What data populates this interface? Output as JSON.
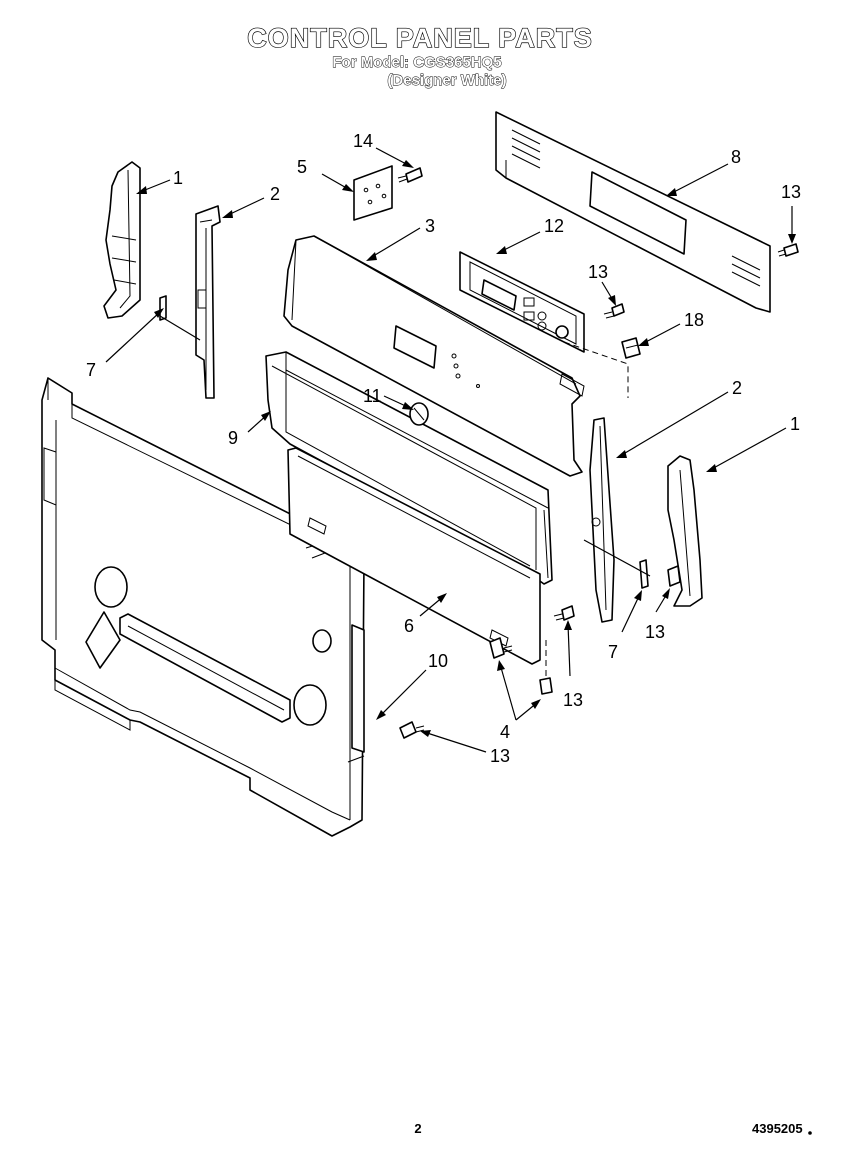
{
  "header": {
    "title": "CONTROL PANEL PARTS",
    "model_line": "For Model: CGS365HQ5",
    "color_line": "(Designer White)"
  },
  "footer": {
    "page_number": "2",
    "doc_number": "4395205"
  },
  "callouts": [
    {
      "id": "c-1-left",
      "label": "1"
    },
    {
      "id": "c-2-left",
      "label": "2"
    },
    {
      "id": "c-3",
      "label": "3"
    },
    {
      "id": "c-5",
      "label": "5"
    },
    {
      "id": "c-14",
      "label": "14"
    },
    {
      "id": "c-8",
      "label": "8"
    },
    {
      "id": "c-13-top-right",
      "label": "13"
    },
    {
      "id": "c-12",
      "label": "12"
    },
    {
      "id": "c-13-panel",
      "label": "13"
    },
    {
      "id": "c-18",
      "label": "18"
    },
    {
      "id": "c-7-left",
      "label": "7"
    },
    {
      "id": "c-11",
      "label": "11"
    },
    {
      "id": "c-9",
      "label": "9"
    },
    {
      "id": "c-2-right",
      "label": "2"
    },
    {
      "id": "c-1-right",
      "label": "1"
    },
    {
      "id": "c-6",
      "label": "6"
    },
    {
      "id": "c-7-right",
      "label": "7"
    },
    {
      "id": "c-13-right",
      "label": "13"
    },
    {
      "id": "c-10",
      "label": "10"
    },
    {
      "id": "c-13-center",
      "label": "13"
    },
    {
      "id": "c-4",
      "label": "4"
    },
    {
      "id": "c-13-bottom",
      "label": "13"
    }
  ]
}
